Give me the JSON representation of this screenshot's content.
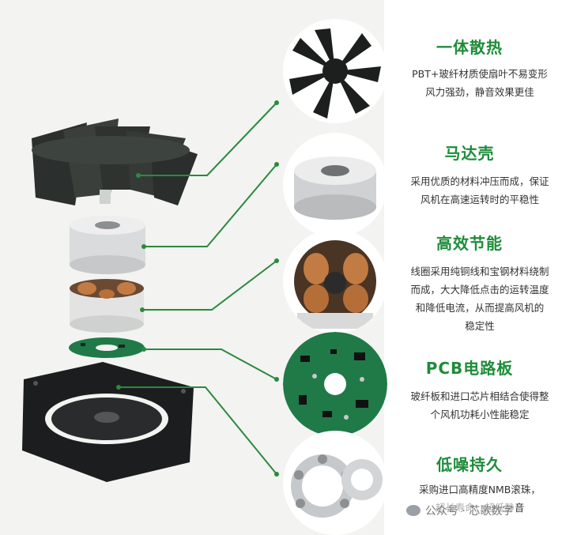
{
  "features": [
    {
      "title": "一体散热",
      "desc": [
        "PBT+玻纤材质使扇叶不易变形",
        "风力强劲，静音效果更佳"
      ]
    },
    {
      "title": "马达壳",
      "desc": [
        "采用优质的材料冲压而成，保证",
        "风机在高速运转时的平稳性"
      ]
    },
    {
      "title": "高效节能",
      "desc": [
        "线圈采用纯铜线和宝钢材料绕制",
        "而成，大大降低点击的运转温度",
        "和降低电流，从而提高风机的",
        "稳定性"
      ]
    },
    {
      "title": "PCB电路板",
      "desc": [
        "玻纤板和进口芯片相结合使得整",
        "个风机功耗小性能稳定"
      ]
    },
    {
      "title": "低噪持久",
      "desc": [
        "采购进口高精度NMB滚珠，",
        "超长寿命，超低静音"
      ]
    }
  ],
  "watermark": "公众号 · 芯歌数字",
  "colors": {
    "accent": "#1e8d3a",
    "line": "#2a8a3c",
    "panel": "#ffffff"
  }
}
